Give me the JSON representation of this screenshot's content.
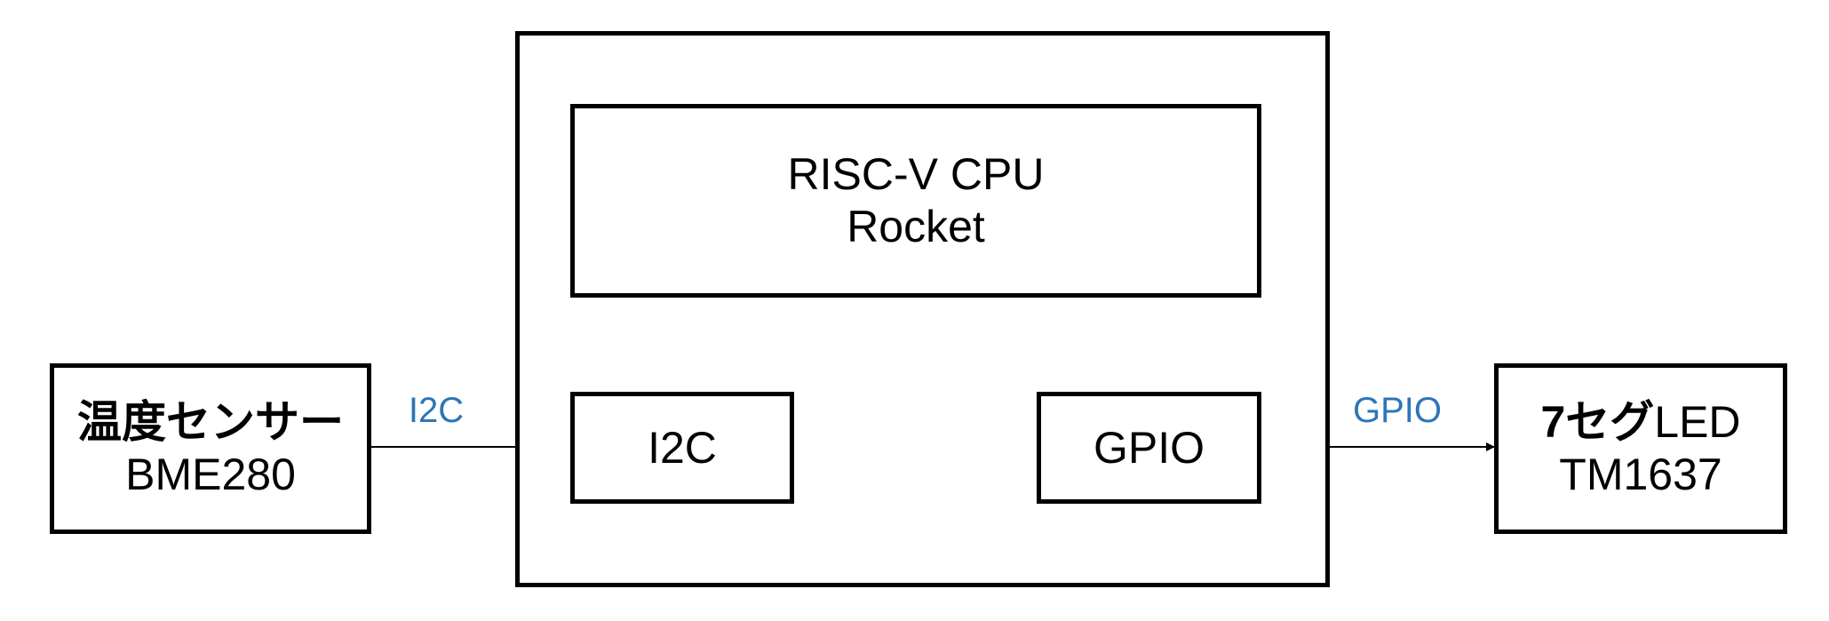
{
  "sensor": {
    "name": "温度センサー",
    "model": "BME280"
  },
  "board": {
    "cpu": {
      "line1": "RISC-V CPU",
      "line2": "Rocket"
    },
    "i2c_block": "I2C",
    "gpio_block": "GPIO"
  },
  "display": {
    "name_bold": "7セグ",
    "name_rest": "LED",
    "model": "TM1637"
  },
  "links": {
    "sensor_to_i2c": "I2C",
    "gpio_to_display": "GPIO"
  },
  "colors": {
    "arrow_fill": "#f8c499",
    "link_label": "#2e75b6",
    "outline": "#000000"
  }
}
